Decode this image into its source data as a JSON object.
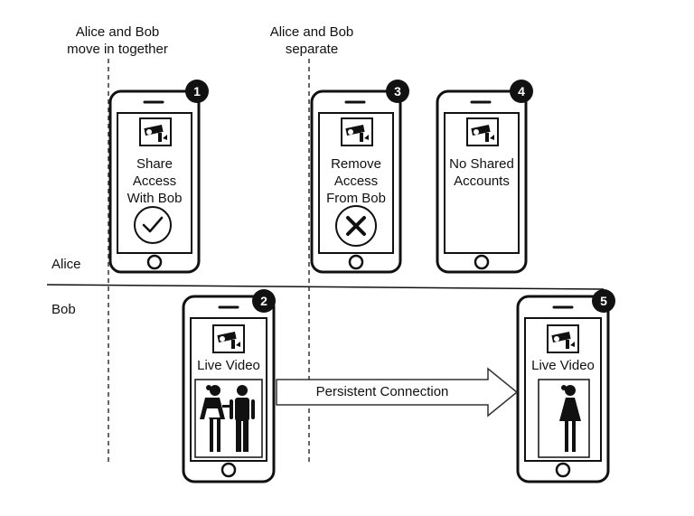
{
  "events": {
    "move_in": "Alice and Bob\nmove in together",
    "separate": "Alice and Bob\nseparate"
  },
  "lanes": {
    "alice": "Alice",
    "bob": "Bob"
  },
  "phones": [
    {
      "step": "1",
      "text": "Share\nAccess\nWith Bob",
      "icon": "check-icon"
    },
    {
      "step": "2",
      "text": "Live Video",
      "icon": "couple-icon"
    },
    {
      "step": "3",
      "text": "Remove\nAccess\nFrom Bob",
      "icon": "x-icon"
    },
    {
      "step": "4",
      "text": "No Shared\nAccounts",
      "icon": ""
    },
    {
      "step": "5",
      "text": "Live Video",
      "icon": "woman-icon"
    }
  ],
  "arrow": {
    "label": "Persistent Connection"
  }
}
